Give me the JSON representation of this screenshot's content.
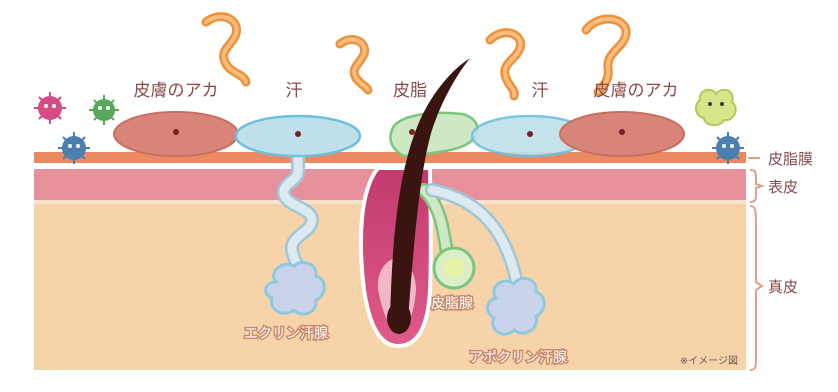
{
  "labels": {
    "skin_grime_left": "皮膚のアカ",
    "sweat_left": "汗",
    "sebum": "皮脂",
    "sweat_right": "汗",
    "skin_grime_right": "皮膚のアカ",
    "sebum_film": "皮脂膜",
    "epidermis": "表皮",
    "dermis": "真皮",
    "eccrine_gland": "エクリン汗腺",
    "sebaceous_gland": "皮脂腺",
    "apocrine_gland": "アポクリン汗腺",
    "note": "※イメージ図"
  },
  "colors": {
    "dermis": "#f7d3aa",
    "epidermis": "#e7919c",
    "sebum_film": "#e98a62",
    "grime": "#d88478",
    "sweat": "#bfe0ea",
    "sweat_stroke": "#6fc0dd",
    "sebum": "#cfe8c4",
    "sebum_stroke": "#7cc57c",
    "hair": "#3a1410",
    "label_text": "#8a4a4a",
    "vapor": "#f09038"
  },
  "icons": [
    "germ-icon",
    "vapor-icon"
  ]
}
